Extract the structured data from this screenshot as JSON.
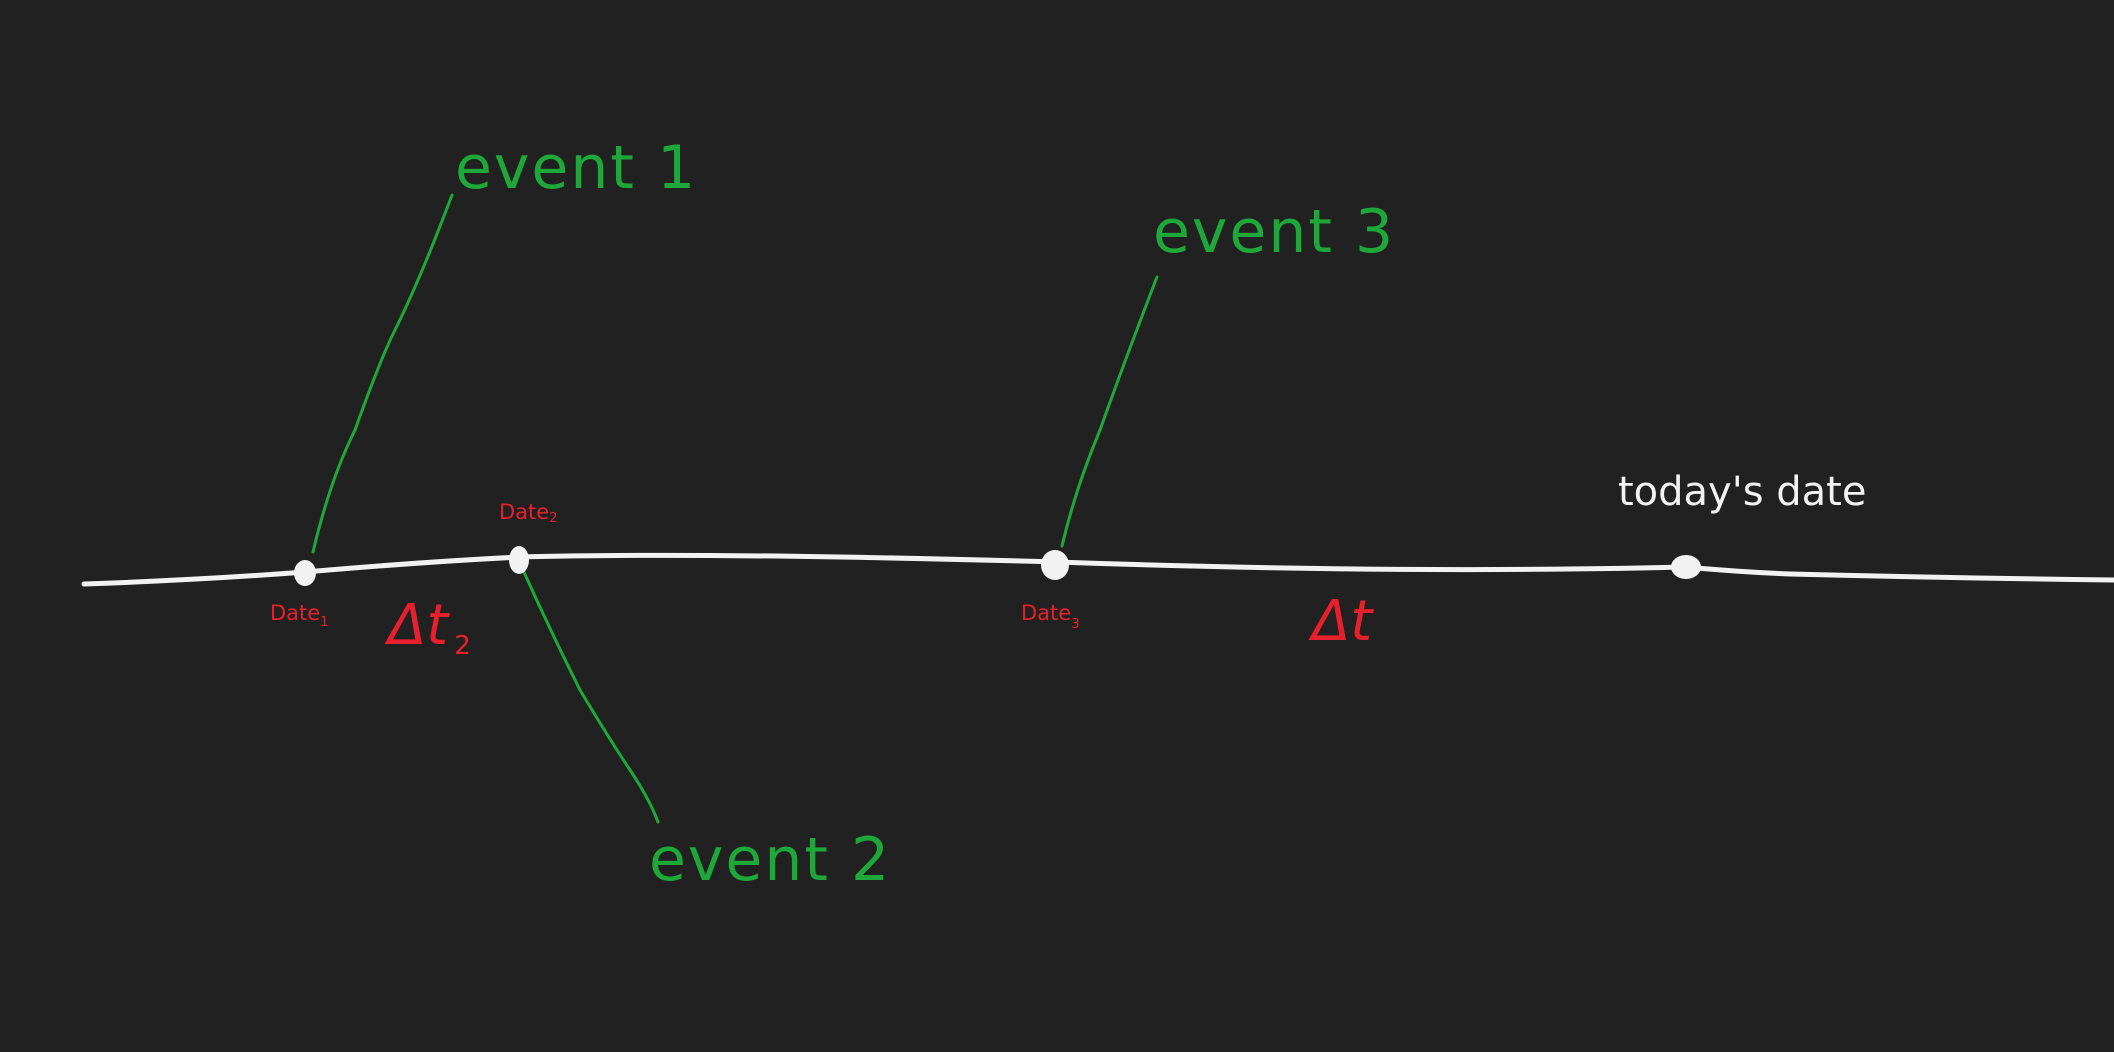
{
  "colors": {
    "background": "#212121",
    "timeline": "#f2f2f2",
    "event": "#1fa83a",
    "date": "#e8202d",
    "today": "#f2f2f2"
  },
  "events": [
    {
      "label": "event 1"
    },
    {
      "label": "event 2"
    },
    {
      "label": "event 3"
    }
  ],
  "dates": [
    {
      "label": "Date",
      "subscript": "1"
    },
    {
      "label": "Date",
      "subscript": "2"
    },
    {
      "label": "Date",
      "subscript": "3"
    }
  ],
  "intervals": [
    {
      "symbol": "Δt",
      "subscript": "2"
    },
    {
      "symbol": "Δt",
      "subscript": ""
    }
  ],
  "today": {
    "label": "today's date"
  }
}
